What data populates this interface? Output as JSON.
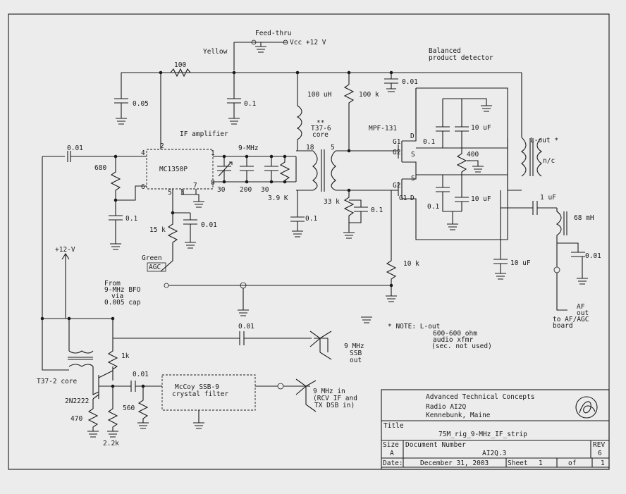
{
  "labels": {
    "feedthru": "Feed-thru",
    "vcc": "Vcc +12 V",
    "yellow": "Yellow",
    "balanced1": "Balanced",
    "balanced2": "product detector",
    "r100": "100",
    "c005": "0.05",
    "c01a": "0.1",
    "c001top": "0.01",
    "l100uh": "100 uH",
    "r100k": "100 k",
    "if_amp": "IF amplifier",
    "t37_6a": "**",
    "t37_6b": "T37-6",
    "t37_6c": "core",
    "mpf131": "MPF-131",
    "c001in": "0.01",
    "r680": "680",
    "ic": "MC1350P",
    "nine_mhz": "9-MHz",
    "pin2": "2",
    "pin4": "4",
    "pin6": "6",
    "pin1": "1",
    "pin8": "8",
    "pin5": "5",
    "pin3": "3",
    "pin7": "7",
    "tp18": "18",
    "tp5": "5",
    "c30a": "30",
    "c200": "200",
    "c30b": "30",
    "r39k": "3.9 K",
    "c01b": "0.1",
    "r15k": "15 k",
    "c001b": "0.01",
    "green": "Green",
    "agc": "AGC",
    "c01c": "0.1",
    "r33k": "33 k",
    "c01d": "0.1",
    "g1a": "G1",
    "g2a": "G2",
    "da": "D",
    "sa": "S",
    "g2b": "G2",
    "g1b": "G1",
    "db": "D",
    "sb": "S",
    "c01e": "0.1",
    "c10ua": "10 uF",
    "r400": "400",
    "c01f": "0.1",
    "c10ub": "10 uF",
    "lout": "L-out *",
    "nc": "n/c",
    "c1u": "1 uF",
    "l68": "68 mH",
    "c10uc": "10 uF",
    "c001c": "0.01",
    "r10k": "10 k",
    "from": "From",
    "bfo1": "9-MHz BFO",
    "bfo2": "via",
    "bfo3": "0.005 cap",
    "plus12": "+12-V",
    "af1": "AF",
    "af2": "out",
    "af3": "to AF/AGC",
    "af4": "board",
    "note1": "* NOTE:  L-out",
    "note2": "600-600 ohm",
    "note3": "audio xfmr",
    "note4": "(sec. not used)",
    "c001d": "0.01",
    "ssb1": "9 MHz",
    "ssb2": "SSB",
    "ssb3": "out",
    "r1k": "1k",
    "t37_2": "T37-2 core",
    "c001e": "0.01",
    "filt1": "McCoy SSB-9",
    "filt2": "crystal filter",
    "in1": "9 MHz in",
    "in2": "(RCV IF and",
    "in3": "TX DSB in)",
    "q": "2N2222",
    "r470": "470",
    "r560": "560",
    "r22k": "2.2k"
  },
  "title_block": {
    "company": "Advanced Technical Concepts",
    "station": "Radio AI2Q",
    "location": "Kennebunk, Maine",
    "title_label": "Title",
    "title": "75M_rig_9-MHz_IF_strip",
    "size_label": "Size",
    "size": "A",
    "docnum_label": "Document Number",
    "docnum": "AI2Q.3",
    "rev_label": "REV",
    "rev": "6",
    "date_label": "Date:",
    "date": "December 31, 2003",
    "sheet_label": "Sheet",
    "sheet": "1",
    "of_label": "of",
    "of": "1"
  },
  "colors": {
    "paper": "#ececec",
    "ink": "#1a1a1a"
  }
}
